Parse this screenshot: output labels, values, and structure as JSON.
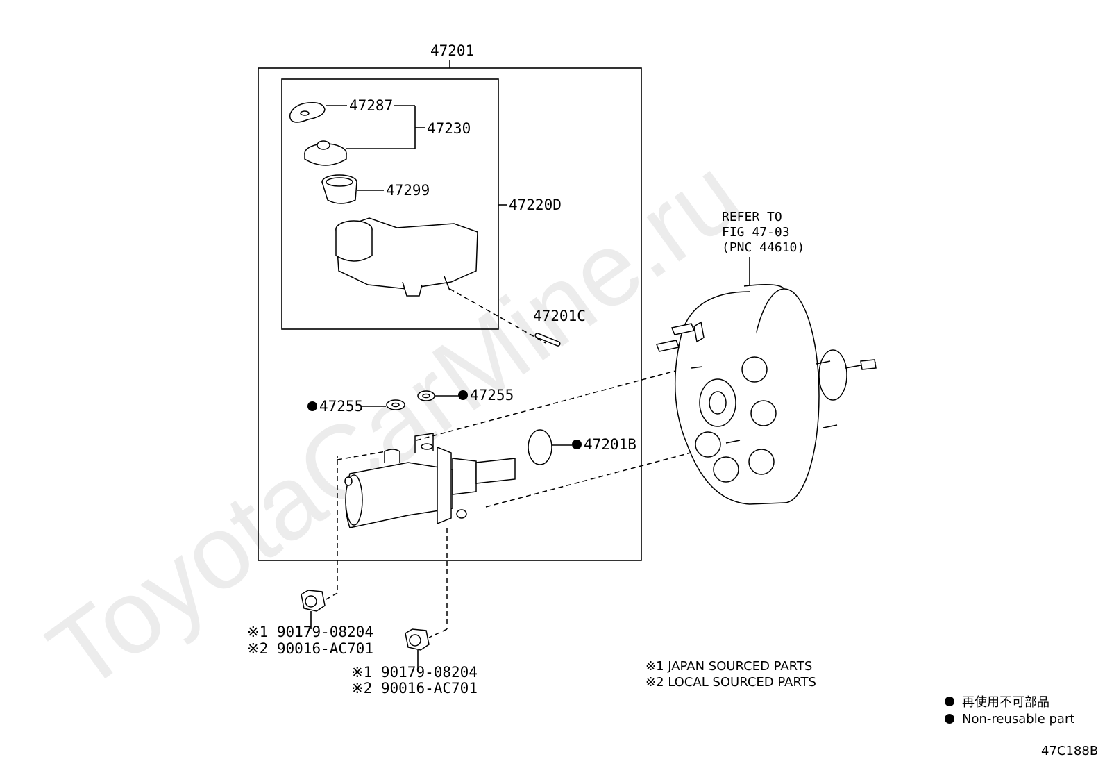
{
  "watermark": "ToyotaCarMine.ru",
  "labels": {
    "assembly": "47201",
    "reservoir_set": "47220D",
    "gasket": "47287",
    "cap_set": "47230",
    "strainer": "47299",
    "pin": "47201C",
    "grommet_left": "47255",
    "grommet_right": "47255",
    "o_ring": "47201B"
  },
  "booster_ref": {
    "line1": "REFER TO",
    "line2": "FIG 47-03",
    "line3": "(PNC 44610)"
  },
  "nuts": {
    "left": {
      "line1": "※1 90179-08204",
      "line2": "※2 90016-AC701"
    },
    "right": {
      "line1": "※1 90179-08204",
      "line2": "※2 90016-AC701"
    }
  },
  "notes": {
    "note1": "※1 JAPAN SOURCED PARTS",
    "note2": "※2 LOCAL SOURCED PARTS"
  },
  "legend": {
    "jp": "再使用不可部品",
    "en": "Non-reusable part"
  },
  "figure_code": "47C188B"
}
